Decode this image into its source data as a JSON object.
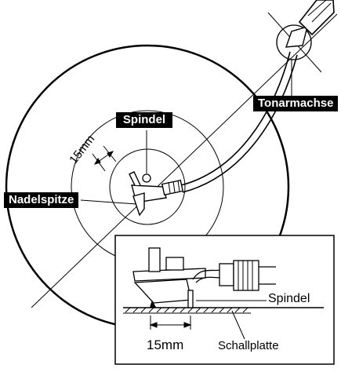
{
  "labels": {
    "spindel_top": "Spindel",
    "nadelspitze": "Nadelspitze",
    "tonarmachse": "Tonarmachse",
    "dim_top": "15mm",
    "spindel_inset": "Spindel",
    "dim_inset": "15mm",
    "schallplatte": "Schallplatte"
  }
}
